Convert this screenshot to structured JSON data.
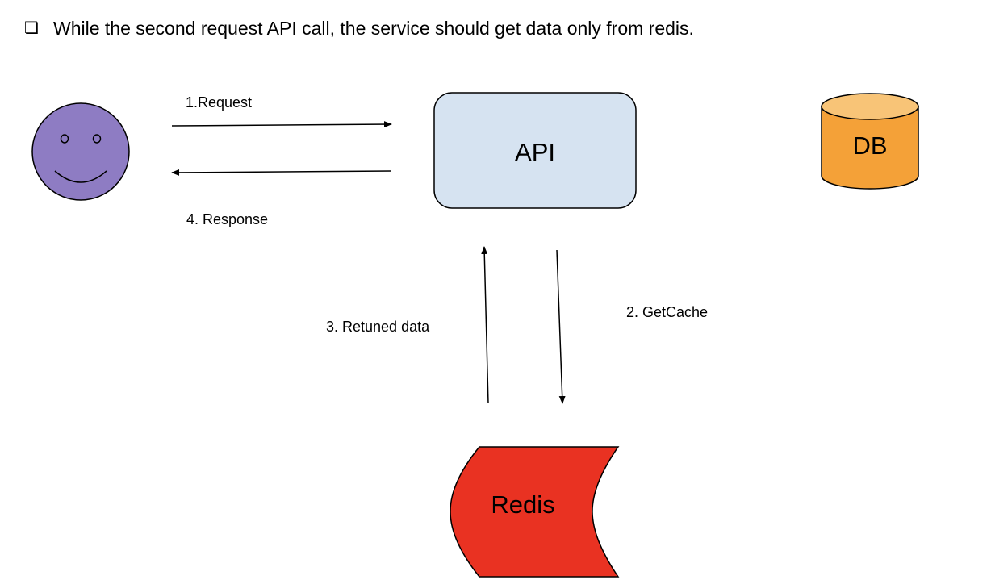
{
  "header": {
    "checkbox_glyph": "❏",
    "bullet_text": "While the second request API call, the service should get data only from redis."
  },
  "nodes": {
    "user": {
      "icon": "smiley-face-icon"
    },
    "api": {
      "label": "API",
      "color": "#d6e3f1"
    },
    "db": {
      "label": "DB",
      "color": "#f4a138"
    },
    "redis": {
      "label": "Redis",
      "color": "#e93222"
    }
  },
  "edges": {
    "request": "1.Request",
    "getcache": "2. GetCache",
    "returned": "3. Retuned data",
    "response": "4. Response"
  }
}
